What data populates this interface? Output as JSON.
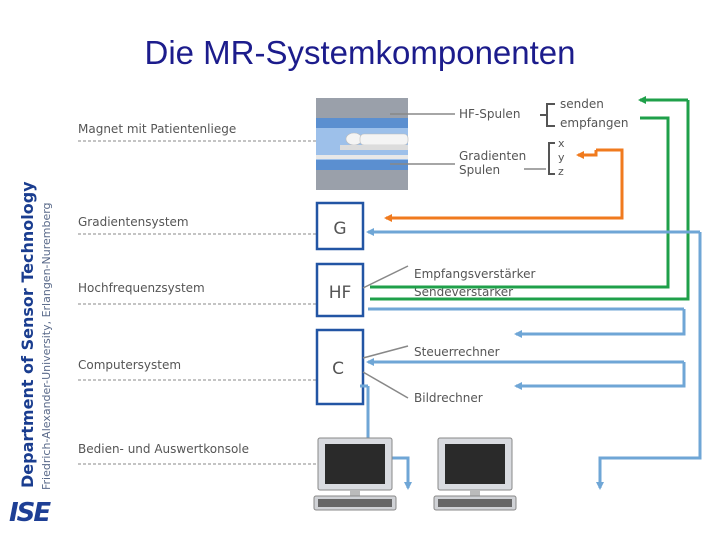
{
  "title": "Die MR-Systemkomponenten",
  "sidebar": {
    "department": "Department of Sensor Technology",
    "university": "Friedrich-Alexander-University, Erlangen-Nuremberg",
    "logo": "ISE"
  },
  "rows": {
    "magnet": "Magnet mit Patientenliege",
    "gradient": "Gradientensystem",
    "rf": "Hochfrequenzsystem",
    "computer": "Computersystem",
    "console": "Bedien- und Auswertkonsole"
  },
  "boxes": {
    "g": "G",
    "hf": "HF",
    "c": "C"
  },
  "labels": {
    "hf_coils": "HF-Spulen",
    "gradient_coils_1": "Gradienten",
    "gradient_coils_2": "Spulen",
    "send": "senden",
    "receive": "empfangen",
    "x": "x",
    "y": "y",
    "z": "z",
    "rx_amp": "Empfangsverstärker",
    "tx_amp": "Sendeverstärker",
    "control_computer": "Steuerrechner",
    "image_computer": "Bildrechner"
  },
  "colors": {
    "title": "#1c1c8c",
    "box_border": "#2255a4",
    "green": "#1fa04a",
    "orange": "#f07a1e",
    "blue": "#6fa6d6",
    "label": "#555555",
    "gray_line": "#888888"
  },
  "icons": [
    "monitor-icon",
    "keyboard-icon",
    "patient-table-icon"
  ]
}
